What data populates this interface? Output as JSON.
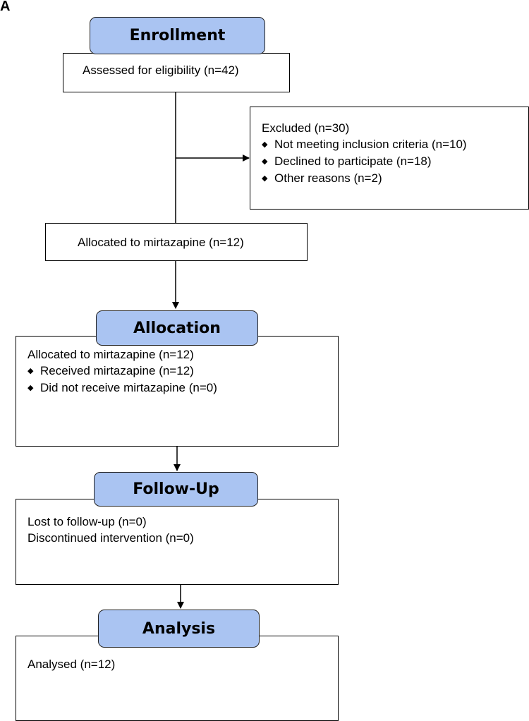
{
  "panel_label": "A",
  "enrollment": {
    "header": "Enrollment",
    "assessed": "Assessed for eligibility (n=42)",
    "excluded": {
      "title": "Excluded (n=30)",
      "items": [
        "Not meeting inclusion criteria (n=10)",
        "Declined to participate (n=18)",
        "Other reasons (n=2)"
      ]
    },
    "allocated": "Allocated to mirtazapine (n=12)"
  },
  "allocation": {
    "header": "Allocation",
    "title": "Allocated to mirtazapine (n=12)",
    "items": [
      "Received mirtazapine (n=12)",
      "Did not receive mirtazapine (n=0)"
    ]
  },
  "follow_up": {
    "header": "Follow-Up",
    "lines": [
      "Lost to follow-up (n=0)",
      "Discontinued intervention (n=0)"
    ]
  },
  "analysis": {
    "header": "Analysis",
    "lines": [
      "Analysed (n=12)"
    ]
  },
  "colors": {
    "header_fill": "#aac4f2",
    "border": "#000000"
  },
  "bullet_symbol": "◆"
}
